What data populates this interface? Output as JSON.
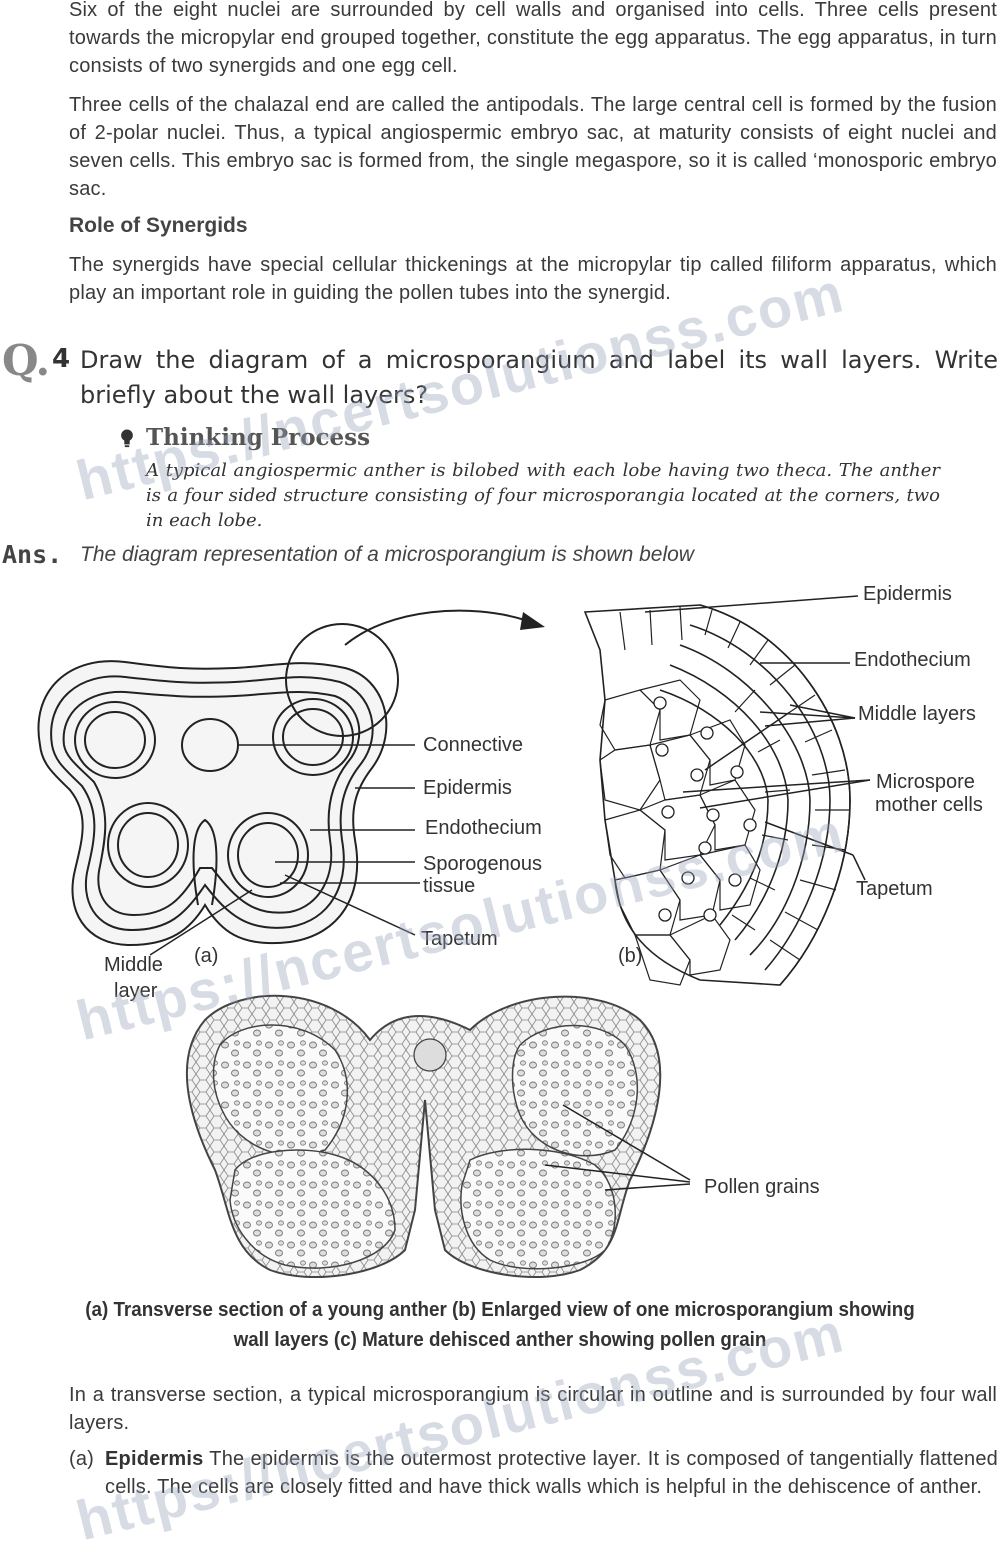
{
  "paragraphs": {
    "p1": "Six of the eight nuclei are surrounded by cell walls and organised into cells. Three cells present towards the micropylar end grouped together, constitute the egg apparatus. The egg apparatus, in turn consists of two synergids and one egg cell.",
    "p2": "Three cells of the chalazal end are called the antipodals. The large central cell is formed by the fusion of 2-polar nuclei. Thus, a typical angiospermic embryo sac, at maturity consists of eight nuclei and seven cells. This embryo sac is formed from, the single megaspore, so it is called ‘monosporic embryo sac.",
    "role_heading": "Role of Synergids",
    "p3": "The synergids have special cellular thickenings at the micropylar tip called filiform apparatus, which play an important role in guiding the pollen tubes into the synergid."
  },
  "question": {
    "mark": "Q.",
    "number": "4",
    "text": "Draw the diagram of a microsporangium and label its wall layers. Write briefly about the wall layers?"
  },
  "thinking": {
    "title": "Thinking Process",
    "body": "A typical angiospermic anther is bilobed with each lobe having two theca. The anther is a four sided structure consisting of four microsporangia located at the corners, two in each lobe."
  },
  "answer": {
    "label": "Ans.",
    "intro": "The diagram representation of a microsporangium is shown below"
  },
  "figure_a": {
    "tag": "(a)",
    "labels": {
      "connective": "Connective",
      "epidermis": "Epidermis",
      "endothecium": "Endothecium",
      "sporogenous_1": "Sporogenous",
      "sporogenous_2": "tissue",
      "tapetum": "Tapetum",
      "middle_1": "Middle",
      "middle_2": "layer"
    }
  },
  "figure_b": {
    "tag": "(b)",
    "labels": {
      "epidermis": "Epidermis",
      "endothecium": "Endothecium",
      "middle_layers": "Middle layers",
      "microspore_1": "Microspore",
      "microspore_2": "mother cells",
      "tapetum": "Tapetum"
    }
  },
  "figure_c": {
    "labels": {
      "pollen": "Pollen grains"
    }
  },
  "caption": {
    "line1": "(a) Transverse section of a young anther (b) Enlarged view of one microsporangium showing",
    "line2": "wall layers (c) Mature dehisced anther showing pollen grain"
  },
  "body2": {
    "p4": "In a transverse section, a typical microsporangium is circular in outline and is surrounded by four wall layers.",
    "item_a_marker": "(a)",
    "item_a_term": "Epidermis",
    "item_a_text": " The epidermis is the outermost protective layer. It is composed of tangentially flattened cells. The cells are closely fitted and have thick walls which is helpful in the dehiscence of anther."
  },
  "watermark": {
    "text": "https://ncertsolutionss.com"
  }
}
